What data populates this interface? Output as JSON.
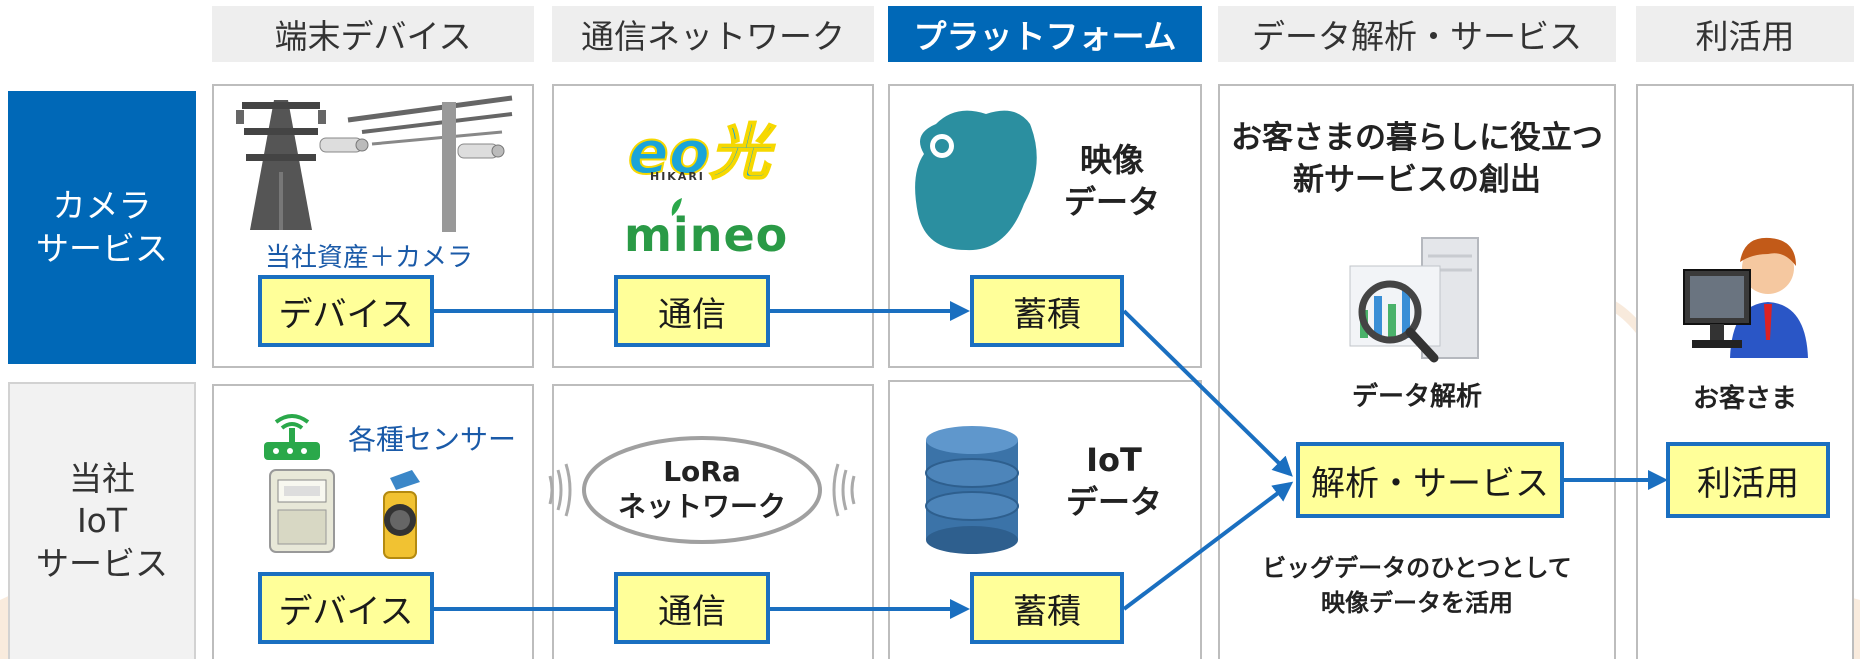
{
  "columns": [
    {
      "label": "端末デバイス"
    },
    {
      "label": "通信ネットワーク"
    },
    {
      "label": "プラットフォーム"
    },
    {
      "label": "データ解析・サービス"
    },
    {
      "label": "利活用"
    }
  ],
  "rows": {
    "camera": {
      "label": "カメラ\nサービス"
    },
    "iot": {
      "label": "当社\nIoT\nサービス"
    }
  },
  "camera_row": {
    "device_caption": "当社資産＋カメラ",
    "device_button": "デバイス",
    "eo_logo_text": "eo光",
    "eo_logo_sub": "HIKARI",
    "mineo_logo_text": "mineo",
    "comm_button": "通信",
    "platform_label": "映像\nデータ",
    "store_button": "蓄積"
  },
  "iot_row": {
    "device_caption": "各種センサー",
    "device_button": "デバイス",
    "lora_label": "LoRa\nネットワーク",
    "comm_button": "通信",
    "platform_label": "IoT\nデータ",
    "store_button": "蓄積"
  },
  "analysis": {
    "headline": "お客さまの暮らしに役立つ\n新サービスの創出",
    "analysis_caption": "データ解析",
    "service_button": "解析・サービス",
    "footnote": "ビッグデータのひとつとして\n映像データを活用"
  },
  "utilization": {
    "caption": "お客さま",
    "button": "利活用"
  },
  "colors": {
    "accent_blue": "#0068b7",
    "button_fill": "#ffff99",
    "arrow_blue": "#1a6fc0",
    "header_gray": "#eeeeee"
  }
}
